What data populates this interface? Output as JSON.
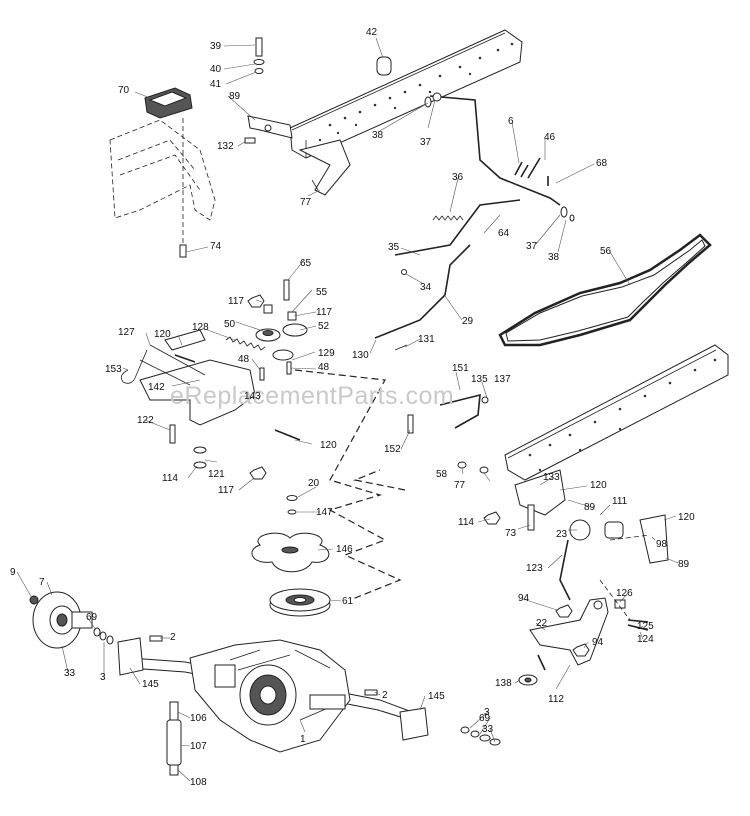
{
  "watermark": "eReplacementParts.com",
  "part_numbers": [
    "1",
    "2",
    "3",
    "6",
    "7",
    "9",
    "20",
    "22",
    "23",
    "29",
    "33",
    "34",
    "35",
    "36",
    "37",
    "38",
    "39",
    "40",
    "41",
    "42",
    "46",
    "48",
    "50",
    "52",
    "55",
    "56",
    "58",
    "61",
    "64",
    "65",
    "68",
    "69",
    "70",
    "73",
    "74",
    "77",
    "89",
    "94",
    "98",
    "106",
    "107",
    "108",
    "111",
    "112",
    "114",
    "117",
    "120",
    "121",
    "122",
    "123",
    "124",
    "125",
    "126",
    "127",
    "128",
    "129",
    "130",
    "131",
    "132",
    "133",
    "135",
    "137",
    "138",
    "142",
    "143",
    "145",
    "146",
    "147",
    "151",
    "152",
    "153"
  ]
}
